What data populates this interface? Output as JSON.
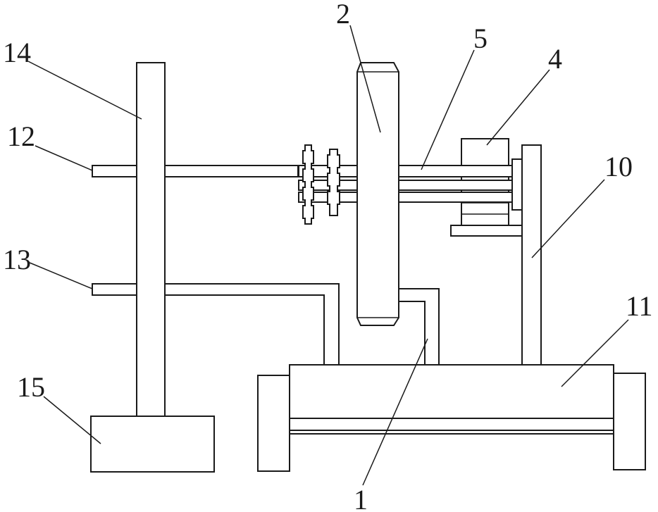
{
  "diagram": {
    "callouts": [
      {
        "id": "1",
        "label": "1"
      },
      {
        "id": "2",
        "label": "2"
      },
      {
        "id": "4",
        "label": "4"
      },
      {
        "id": "5",
        "label": "5"
      },
      {
        "id": "10",
        "label": "10"
      },
      {
        "id": "11",
        "label": "11"
      },
      {
        "id": "12",
        "label": "12"
      },
      {
        "id": "13",
        "label": "13"
      },
      {
        "id": "14",
        "label": "14"
      },
      {
        "id": "15",
        "label": "15"
      }
    ],
    "colors": {
      "ink": "#1a1a1a",
      "paper": "#ffffff"
    }
  }
}
